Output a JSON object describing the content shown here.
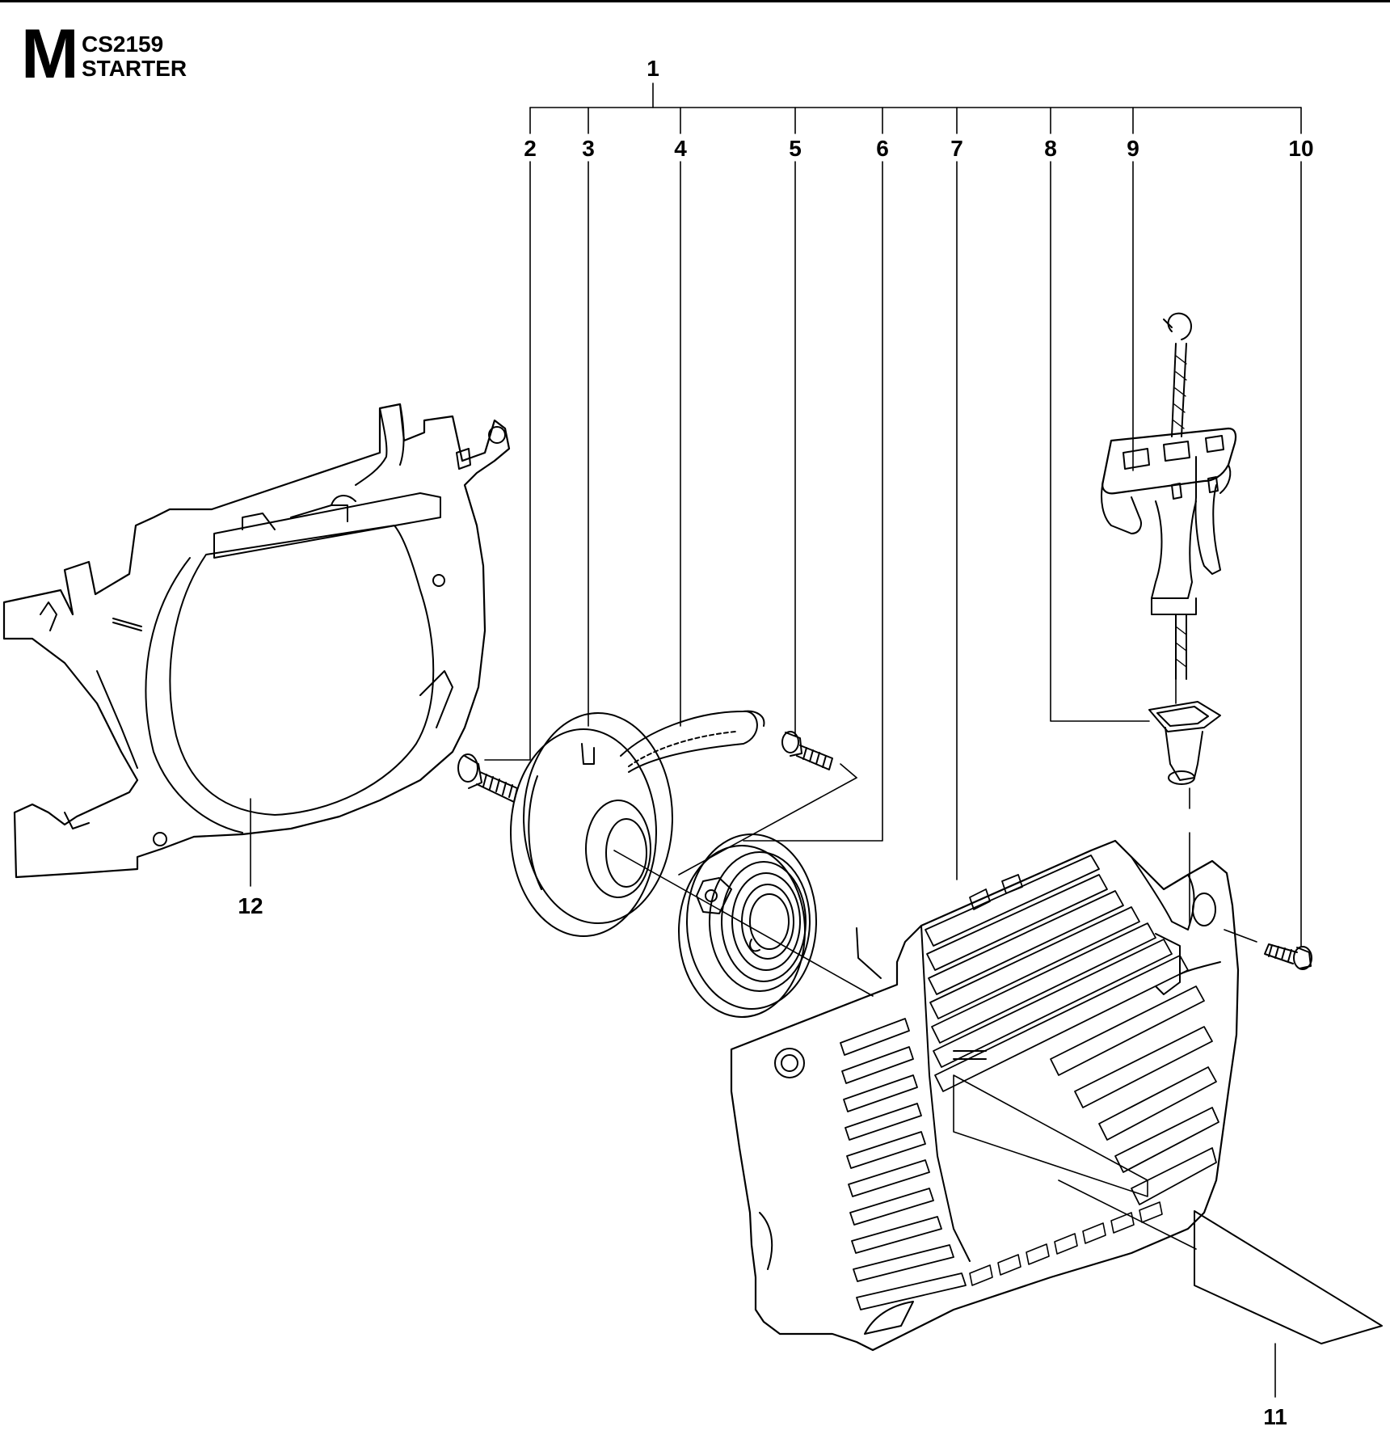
{
  "header": {
    "section_letter": "M",
    "model": "CS2159",
    "section_title": "STARTER"
  },
  "callouts": {
    "c1": "1",
    "c2": "2",
    "c3": "3",
    "c4": "4",
    "c5": "5",
    "c6": "6",
    "c7": "7",
    "c8": "8",
    "c9": "9",
    "c10": "10",
    "c11": "11",
    "c12": "12"
  },
  "colors": {
    "ink": "#000000",
    "paper": "#ffffff"
  }
}
